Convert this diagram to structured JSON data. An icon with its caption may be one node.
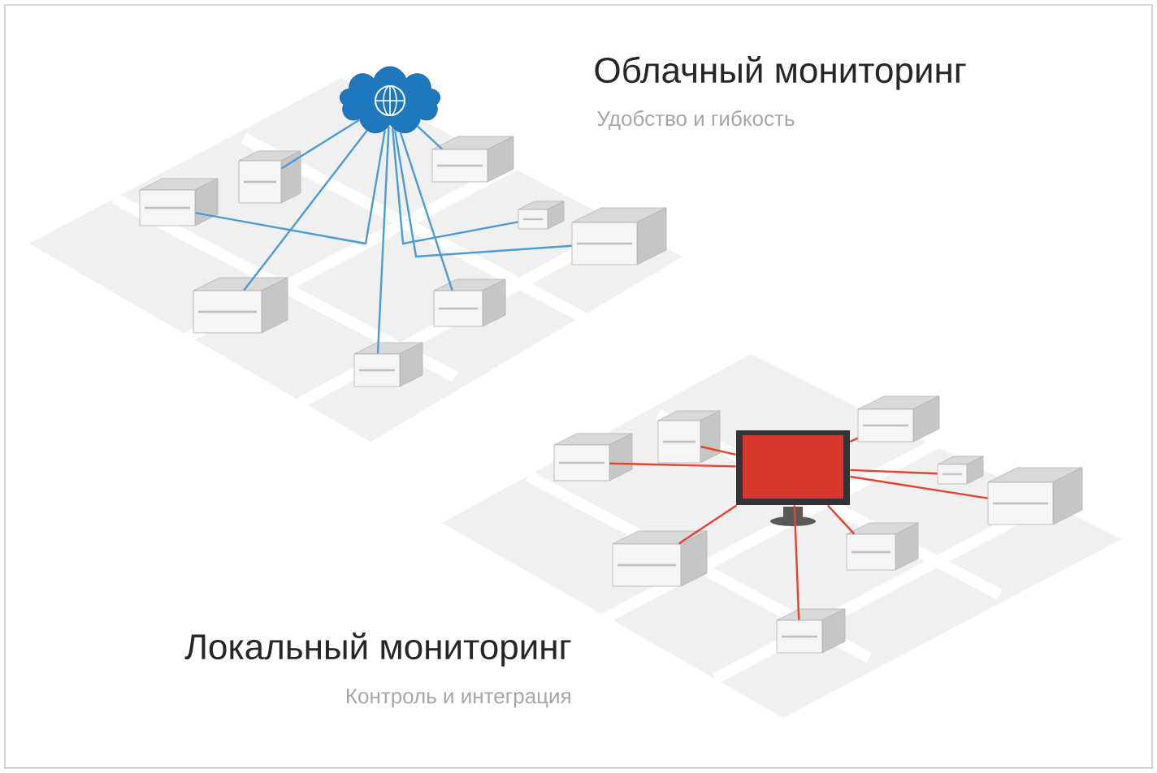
{
  "diagram": {
    "nodes": [
      {
        "text": [],
        "shape": "cloud"
      },
      {
        "text": [],
        "shape": "picture"
      },
      {
        "text": [],
        "shape": "picture"
      },
      {
        "text": [],
        "shape": "picture"
      },
      {
        "text": [],
        "shape": "picture"
      },
      {
        "text": [],
        "shape": "picture"
      },
      {
        "text": [],
        "shape": "picture"
      },
      {
        "text": [],
        "shape": "picture"
      },
      {
        "text": [],
        "shape": "picture"
      },
      {
        "text": [],
        "shape": "picture"
      },
      {
        "text": [],
        "shape": "picture"
      },
      {
        "text": [],
        "shape": "picture"
      },
      {
        "text": [],
        "shape": "picture"
      },
      {
        "text": [],
        "shape": "picture"
      },
      {
        "text": [],
        "shape": "picture"
      },
      {
        "text": [],
        "shape": "picture"
      },
      {
        "text": [],
        "shape": "picture"
      },
      {
        "text": [],
        "shape": "picture"
      }
    ],
    "edges": [
      {
        "from": 0,
        "to": 1,
        "arrow": "none",
        "color": "#4a9bd6"
      },
      {
        "from": 0,
        "to": 2,
        "arrow": "none",
        "color": "#4a9bd6"
      },
      {
        "from": 0,
        "to": 3,
        "arrow": "none",
        "color": "#4a9bd6"
      },
      {
        "from": 0,
        "to": 4,
        "arrow": "none",
        "color": "#4a9bd6"
      },
      {
        "from": 0,
        "to": 5,
        "arrow": "none",
        "color": "#4a9bd6"
      },
      {
        "from": 0,
        "to": 6,
        "arrow": "none",
        "color": "#4a9bd6"
      },
      {
        "from": 0,
        "to": 7,
        "arrow": "none",
        "color": "#4a9bd6"
      },
      {
        "from": 0,
        "to": 8,
        "arrow": "none",
        "color": "#4a9bd6"
      },
      {
        "from": 9,
        "to": 10,
        "arrow": "none",
        "color": "#e8412c"
      },
      {
        "from": 9,
        "to": 11,
        "arrow": "none",
        "color": "#e8412c"
      },
      {
        "from": 9,
        "to": 12,
        "arrow": "none",
        "color": "#e8412c"
      },
      {
        "from": 9,
        "to": 13,
        "arrow": "none",
        "color": "#e8412c"
      },
      {
        "from": 9,
        "to": 14,
        "arrow": "none",
        "color": "#e8412c"
      },
      {
        "from": 9,
        "to": 15,
        "arrow": "none",
        "color": "#e8412c"
      },
      {
        "from": 9,
        "to": 16,
        "arrow": "none",
        "color": "#e8412c"
      },
      {
        "from": 9,
        "to": 17,
        "arrow": "none",
        "color": "#e8412c"
      }
    ],
    "labels": [
      "Облачный мониторинг",
      "Удобство и гибкость",
      "Локальный мониторинг",
      "Контроль и интеграция"
    ]
  }
}
